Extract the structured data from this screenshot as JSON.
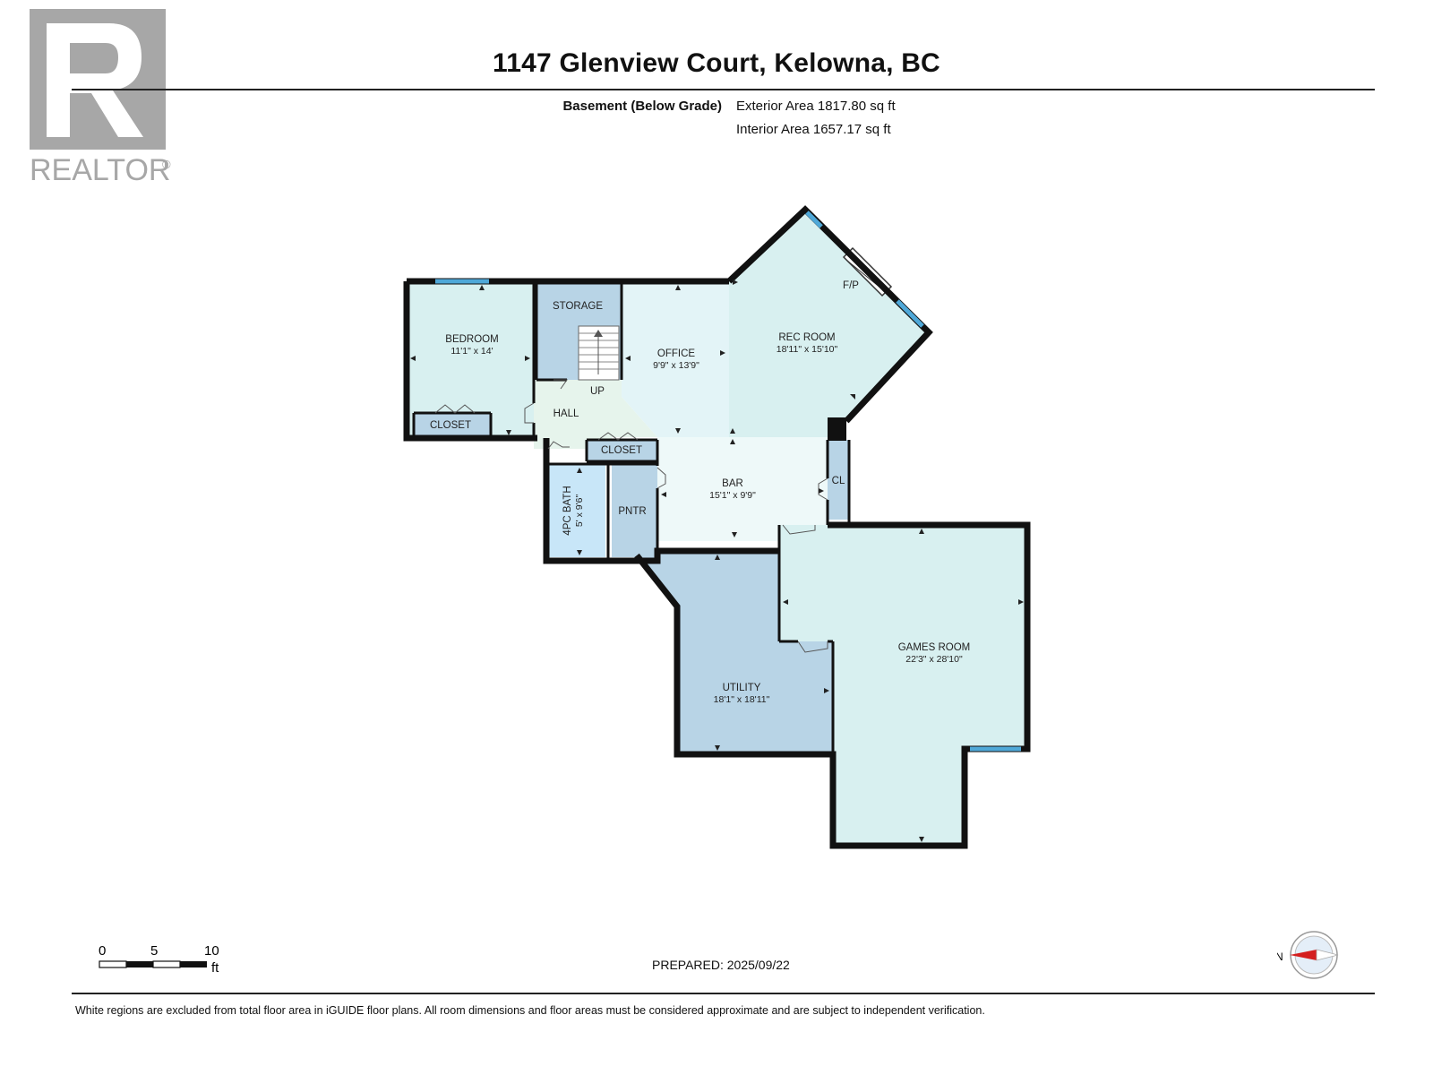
{
  "logo": {
    "icon": "realtor-r-logo",
    "text": "REALTOR",
    "mark": "®"
  },
  "title": "1147 Glenview Court, Kelowna, BC",
  "areas": {
    "level": "Basement (Below Grade)",
    "exterior": "Exterior Area 1817.80 sq ft",
    "interior": "Interior Area 1657.17 sq ft"
  },
  "rooms": {
    "bedroom": {
      "name": "BEDROOM",
      "dims": "11'1\" x 14'"
    },
    "office": {
      "name": "OFFICE",
      "dims": "9'9\" x 13'9\""
    },
    "rec_room": {
      "name": "REC ROOM",
      "dims": "18'11\" x 15'10\""
    },
    "bar": {
      "name": "BAR",
      "dims": "15'1\" x 9'9\""
    },
    "bath": {
      "name": "4PC BATH",
      "dims": "5' x 9'6\""
    },
    "games_room": {
      "name": "GAMES ROOM",
      "dims": "22'3\" x 28'10\""
    },
    "utility": {
      "name": "UTILITY",
      "dims": "18'1\" x 18'11\""
    }
  },
  "labels": {
    "storage": "STORAGE",
    "up": "UP",
    "hall": "HALL",
    "closet_bedroom": "CLOSET",
    "closet_hall": "CLOSET",
    "cl": "CL",
    "pntr": "PNTR",
    "fp": "F/P"
  },
  "colors": {
    "wall": "#111111",
    "living": "#d8f0f0",
    "office": "#e3f4f7",
    "bar": "#eef9f9",
    "hall": "#e6f4ec",
    "service": "#b8d4e6",
    "bath": "#c8e6f8",
    "window": "#4fa8d8"
  },
  "scale": {
    "ticks": [
      "0",
      "5",
      "10"
    ],
    "unit": "ft"
  },
  "prepared": "PREPARED: 2025/09/22",
  "compass": {
    "letter": "N",
    "icon": "compass-north-icon"
  },
  "disclaimer": "White regions are excluded from total floor area in iGUIDE floor plans. All room dimensions and floor areas must be considered approximate and are subject to independent verification."
}
